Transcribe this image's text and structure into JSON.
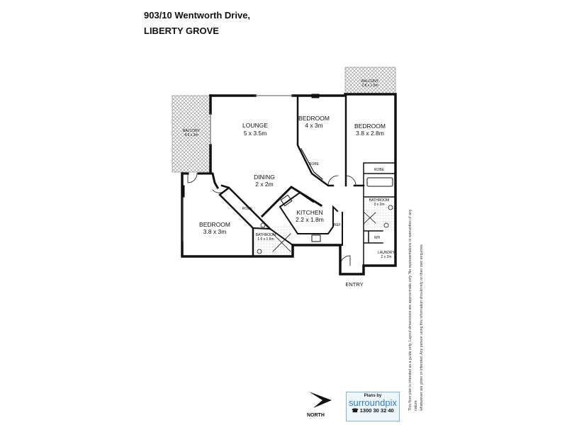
{
  "header": {
    "address_line1": "903/10 Wentworth Drive,",
    "address_line2": "LIBERTY GROVE"
  },
  "rooms": {
    "lounge": {
      "name": "LOUNGE",
      "size": "5 x 3.5m"
    },
    "bedroom_a": {
      "name": "BEDROOM",
      "size": "4 x 3m"
    },
    "bedroom_b": {
      "name": "BEDROOM",
      "size": "3.8 x 2.8m"
    },
    "bedroom_c": {
      "name": "BEDROOM",
      "size": "3.8 x 3m"
    },
    "dining": {
      "name": "DINING",
      "size": "2 x 2m"
    },
    "kitchen": {
      "name": "KITCHEN",
      "size": "2.2 x 1.8m"
    },
    "balcony_left": {
      "name": "BALCONY",
      "size": "4.6 x 2m"
    },
    "balcony_top": {
      "name": "BALCONY",
      "size": "2.8 x 1.5m"
    },
    "bathroom_main": {
      "name": "BATHROOM",
      "size": "3 x 2m"
    },
    "bathroom_ensuite": {
      "name": "BATHROOM",
      "size": "1.6 x 1.6m"
    },
    "laundry": {
      "name": "LAUNDRY",
      "size": "2 x 2m"
    },
    "robe": "ROBE",
    "ref": "REF",
    "wh": "WH",
    "entry": "ENTRY"
  },
  "compass": {
    "label": "NORTH"
  },
  "logo": {
    "plans_by": "Plans by",
    "brand": "surroundpix",
    "phone": "1300 30 32 40",
    "accent": "#2a7fc0"
  },
  "disclaimer": {
    "line1": "This floor plan is intended as a guide only. Layout dimensions are approximate only. No representations or warranties of any nature",
    "line2": "whatsoever are given or intended. Any person using this information should rely on their own enquiries"
  }
}
